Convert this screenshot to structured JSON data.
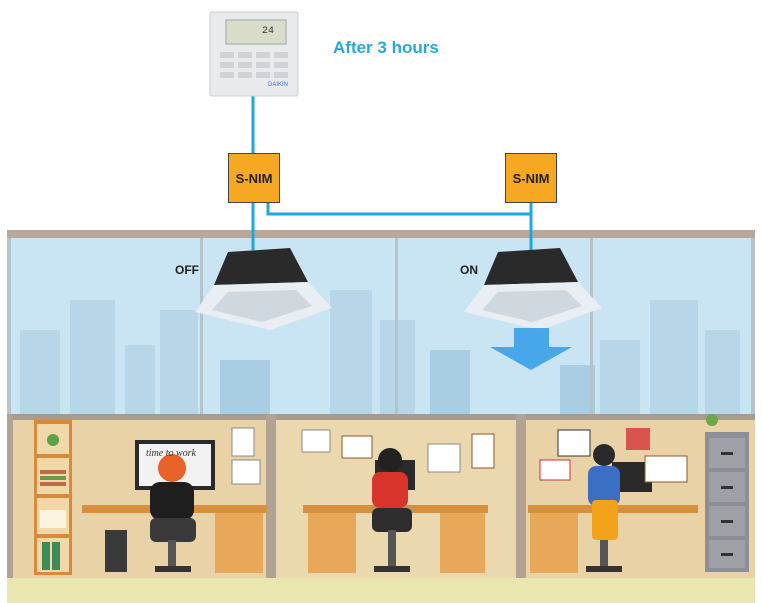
{
  "header": {
    "title": "After 3 hours"
  },
  "controller": {
    "display_value": "24",
    "brand": "DAIKIN"
  },
  "nim_units": [
    {
      "label": "S-NIM"
    },
    {
      "label": "S-NIM"
    }
  ],
  "ac_units": [
    {
      "state": "OFF"
    },
    {
      "state": "ON"
    }
  ],
  "office_posters": {
    "screen_text": "time to work"
  },
  "colors": {
    "accent": "#26a9d8",
    "nim": "#f7a823",
    "wire": "#1ea7e4",
    "airflow": "#3aa0e8",
    "office_wall": "#e9d3a6",
    "floor": "#e9e6b0"
  }
}
